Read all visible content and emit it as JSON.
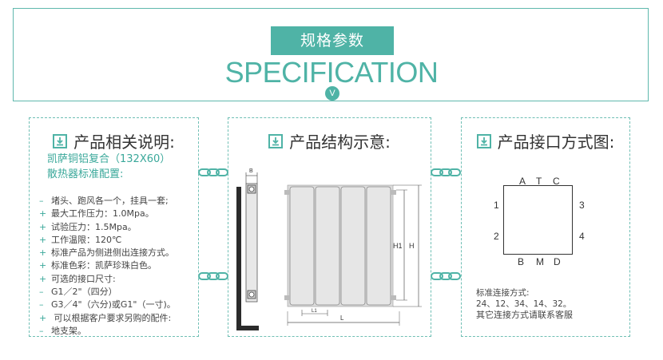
{
  "header": {
    "title_cn": "规格参数",
    "title_en": "SPECIFICATION",
    "badge": "V"
  },
  "colors": {
    "accent": "#4fb3a6",
    "text": "#333333"
  },
  "panel_intro": {
    "heading": "产品相关说明:",
    "subtitle_line1": "凯萨铜铝复合（132X60）",
    "subtitle_line2": "散热器标准配置:",
    "items": [
      {
        "bullet": "–",
        "text": "堵头、跑风各一个，挂具一套;"
      },
      {
        "bullet": "+",
        "text": "最大工作压力：1.0Mpa。"
      },
      {
        "bullet": "+",
        "text": "试验压力：1.5Mpa。"
      },
      {
        "bullet": "+",
        "text": "工作温限：120℃"
      },
      {
        "bullet": "+",
        "text": "标准产品为侧进侧出连接方式。"
      },
      {
        "bullet": "+",
        "text": "标准色彩：凯萨珍珠白色。"
      },
      {
        "bullet": "+",
        "text": "可选的接口尺寸:"
      },
      {
        "bullet": "–",
        "text": "G1／2\"（四分）"
      },
      {
        "bullet": "–",
        "text": "G3／4\"（六分)或G1\"（一寸)。"
      },
      {
        "bullet": "+",
        "text": " 可以根据客户要求另购的配件:"
      },
      {
        "bullet": "–",
        "text": "地支架。"
      }
    ]
  },
  "panel_structure": {
    "heading": "产品结构示意:",
    "labels": {
      "b": "B",
      "h1": "H1",
      "h": "H",
      "l1": "L1",
      "l": "L"
    }
  },
  "panel_connection": {
    "heading": "产品接口方式图:",
    "top_labels": [
      "A",
      "T",
      "C"
    ],
    "bottom_labels": [
      "B",
      "M",
      "D"
    ],
    "left_labels": [
      "1",
      "2"
    ],
    "right_labels": [
      "3",
      "4"
    ],
    "std_line1": "标准连接方式:",
    "std_line2": "24、12、34、14、32。",
    "std_line3": "其它连接方式请联系客服"
  },
  "icons": [
    "download-icon",
    "chain-link-icon"
  ]
}
